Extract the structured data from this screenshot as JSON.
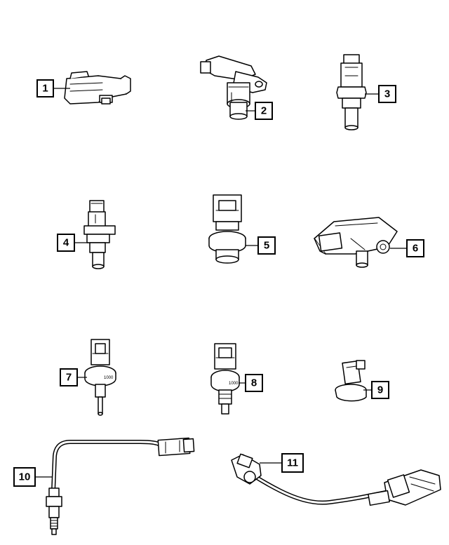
{
  "callouts": [
    {
      "number": "1"
    },
    {
      "number": "2"
    },
    {
      "number": "3"
    },
    {
      "number": "4"
    },
    {
      "number": "5"
    },
    {
      "number": "6"
    },
    {
      "number": "7"
    },
    {
      "number": "8"
    },
    {
      "number": "9"
    },
    {
      "number": "10"
    },
    {
      "number": "11"
    }
  ],
  "part_markings": {
    "part7": "1000",
    "part8": "1000"
  }
}
